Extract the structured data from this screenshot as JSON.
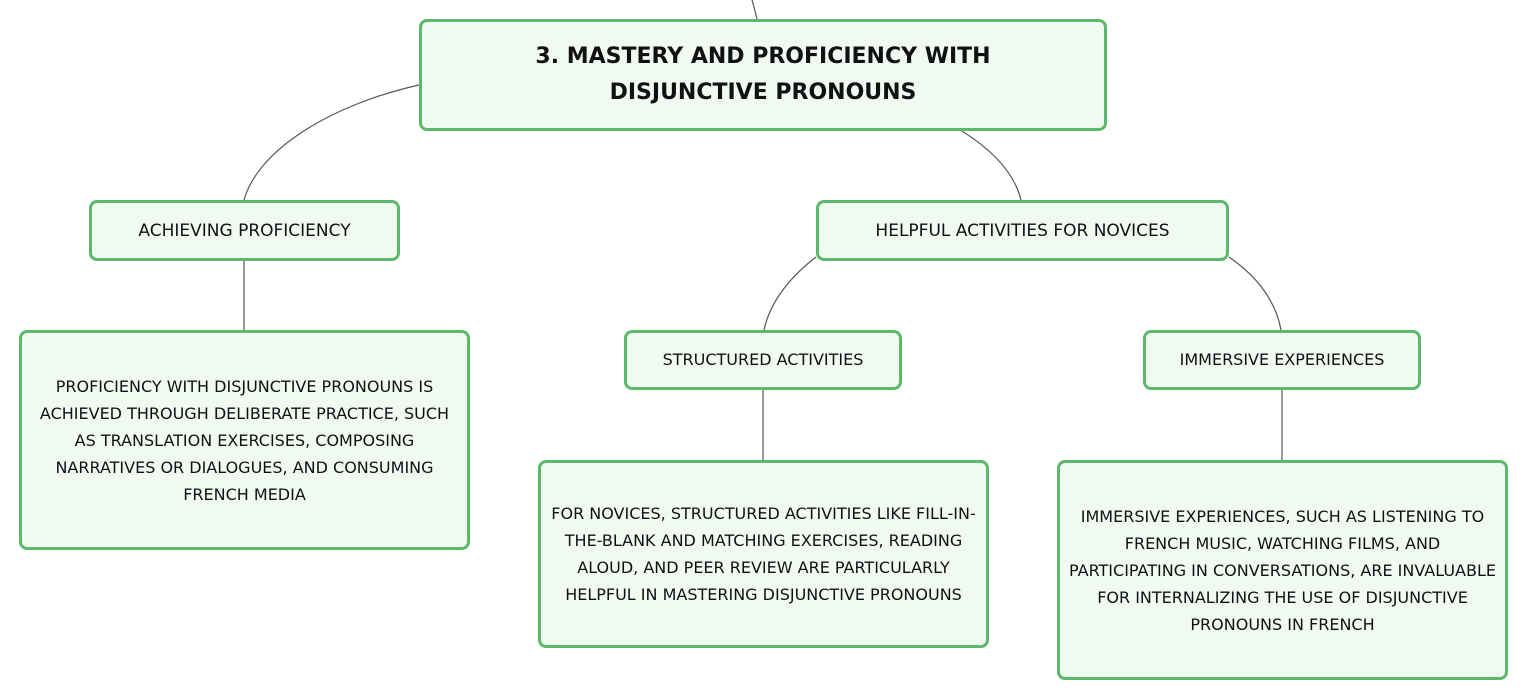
{
  "mind_map": {
    "root": {
      "label": "3. MASTERY AND PROFICIENCY WITH DISJUNCTIVE PRONOUNS"
    },
    "achieving_proficiency": {
      "label": "ACHIEVING PROFICIENCY",
      "detail": "PROFICIENCY WITH DISJUNCTIVE PRONOUNS IS ACHIEVED THROUGH DELIBERATE PRACTICE, SUCH AS TRANSLATION EXERCISES, COMPOSING NARRATIVES OR DIALOGUES, AND CONSUMING FRENCH MEDIA"
    },
    "helpful_activities": {
      "label": "HELPFUL ACTIVITIES FOR NOVICES",
      "structured": {
        "label": "STRUCTURED ACTIVITIES",
        "detail": "FOR NOVICES, STRUCTURED ACTIVITIES LIKE FILL-IN-THE-BLANK AND MATCHING EXERCISES, READING ALOUD, AND PEER REVIEW ARE PARTICULARLY HELPFUL IN MASTERING DISJUNCTIVE PRONOUNS"
      },
      "immersive": {
        "label": "IMMERSIVE EXPERIENCES",
        "detail": "IMMERSIVE EXPERIENCES, SUCH AS LISTENING TO FRENCH MUSIC, WATCHING FILMS, AND PARTICIPATING IN CONVERSATIONS, ARE INVALUABLE FOR INTERNALIZING THE USE OF DISJUNCTIVE PRONOUNS IN FRENCH"
      }
    },
    "colors": {
      "node_border": "#5cb86a",
      "node_fill": "#f1faf2",
      "connector": "#555555",
      "text": "#111111"
    }
  }
}
